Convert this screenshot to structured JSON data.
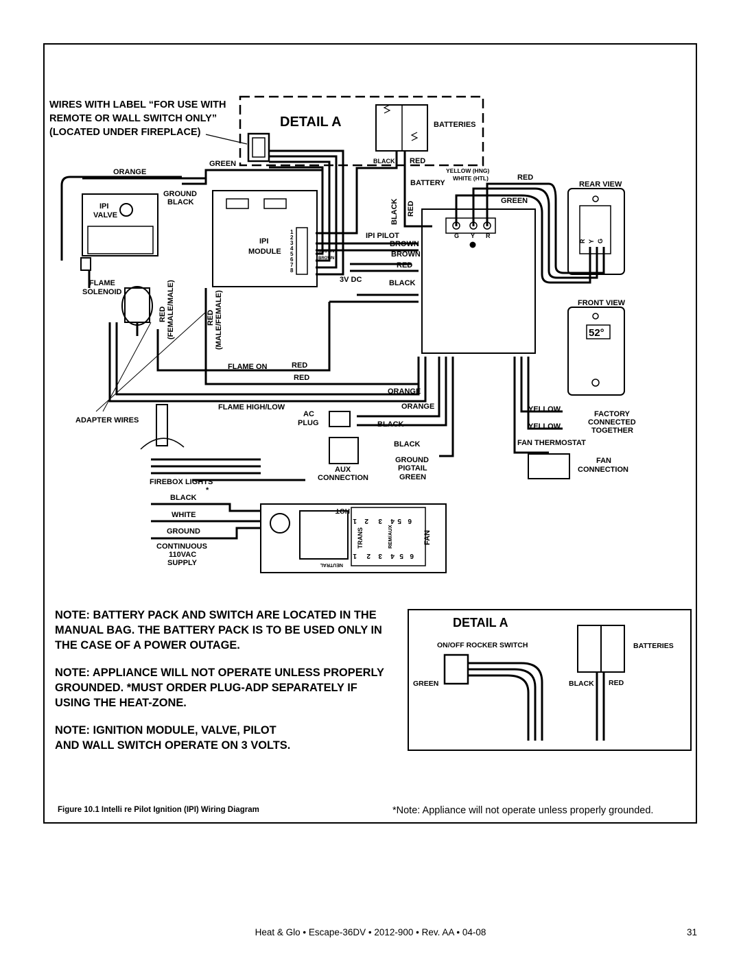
{
  "header": {
    "wires_label": "WIRES WITH LABEL “FOR USE WITH",
    "wires_label2": "REMOTE OR WALL SWITCH ONLY”",
    "wires_label3": "(LOCATED UNDER FIREPLACE)",
    "detail_a": "DETAIL A",
    "batteries": "BATTERIES"
  },
  "valve": {
    "orange": "ORANGE",
    "ground": "GROUND",
    "black": "BLACK",
    "ipi": "IPI",
    "valve": "VALVE",
    "flame": "FLAME",
    "solenoid": "SOLENOID",
    "red_fm": "RED",
    "female_male": "(FEMALE/MALE)",
    "red_mf": "RED",
    "male_female": "(MALE/FEMALE)"
  },
  "module": {
    "green": "GREEN",
    "ipi": "IPI",
    "module": "MODULE",
    "pins": [
      "1",
      "2",
      "3",
      "4",
      "5",
      "6",
      "7",
      "8"
    ],
    "brown1": "BROWN",
    "brown2": "BROWN",
    "flame_on": "FLAME ON",
    "red1": "RED",
    "red2": "RED",
    "flame_high_low": "FLAME HIGH/LOW",
    "adapter_wires": "ADAPTER WIRES",
    "firebox_lights": "FIREBOX LIGHTS",
    "asterisk": "*"
  },
  "battery": {
    "black": "BLACK",
    "red": "RED",
    "battery": "BATTERY",
    "black_v": "BLACK",
    "red_v": "RED",
    "yellow_hng": "YELLOW (HNG)",
    "white_htl": "WHITE (HTL)",
    "red_top": "RED",
    "green": "GREEN"
  },
  "control": {
    "ipi_pilot": "IPI PILOT",
    "brown1": "BROWN",
    "brown2": "BROWN",
    "red": "RED",
    "three_v": "3V DC",
    "black": "BLACK",
    "gyr": [
      "G",
      "Y",
      "R"
    ],
    "orange1": "ORANGE",
    "orange2": "ORANGE",
    "ac": "AC",
    "plug": "PLUG",
    "black2": "BLACK",
    "black3": "BLACK",
    "aux": "AUX",
    "connection": "CONNECTION",
    "ground": "GROUND",
    "pigtail": "PIGTAIL",
    "green": "GREEN"
  },
  "thermostat": {
    "rear_view": "REAR VIEW",
    "ryg": [
      "R",
      "Y",
      "G"
    ],
    "front_view": "FRONT VIEW",
    "display": "52°",
    "yellow1": "YELLOW",
    "yellow2": "YELLOW",
    "factory": "FACTORY",
    "connected": "CONNECTED",
    "together": "TOGETHER",
    "fan_thermostat": "FAN THERMOSTAT",
    "fan": "FAN",
    "fan_connection": "CONNECTION"
  },
  "supply": {
    "black": "BLACK",
    "white": "WHITE",
    "ground": "GROUND",
    "continuous": "CONTINUOUS",
    "vac": "110VAC",
    "supply": "SUPPLY",
    "hot": "HOT",
    "neutral": "NEUTRAL",
    "trans": "TRANS",
    "rem_aux": "REM/AUX",
    "fan": "FAN",
    "top_nums": [
      "1",
      "2",
      "3",
      "4",
      "5",
      "6"
    ],
    "bot_nums": [
      "1",
      "2",
      "3",
      "4",
      "5",
      "6"
    ]
  },
  "notes": [
    "NOTE:  BATTERY PACK AND SWITCH ARE LOCATED IN THE\nMANUAL BAG.  THE BATTERY PACK IS TO BE USED ONLY IN\nTHE CASE OF A POWER OUTAGE.",
    "NOTE: APPLIANCE WILL NOT OPERATE UNLESS PROPERLY\nGROUNDED.  *MUST ORDER PLUG-ADP SEPARATELY IF\nUSING THE HEAT-ZONE.",
    "NOTE: IGNITION MODULE, VALVE, PILOT\nAND WALL SWITCH OPERATE ON 3 VOLTS."
  ],
  "detail_box": {
    "title": "DETAIL A",
    "rocker": "ON/OFF ROCKER SWITCH",
    "batteries": "BATTERIES",
    "green": "GREEN",
    "black": "BLACK",
    "red": "RED"
  },
  "caption": "Figure 10.1  Intelli  re Pilot Ignition (IPI) Wiring Diagram",
  "caption_note": "*Note: Appliance will not operate unless properly grounded.",
  "footer": "Heat & Glo  •  Escape-36DV  •  2012-900  •  Rev. AA  •  04-08",
  "page_number": "31"
}
